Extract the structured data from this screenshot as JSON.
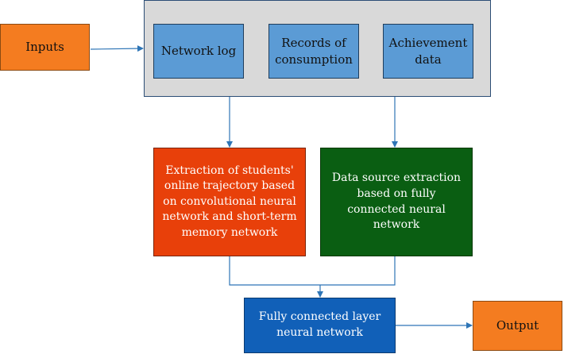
{
  "inputs": {
    "label": "Inputs"
  },
  "data_sources": [
    {
      "label": "Network log"
    },
    {
      "label": "Records of consumption"
    },
    {
      "label": "Achievement data"
    }
  ],
  "extraction": {
    "left": {
      "label": "Extraction of students' online trajectory based on convolutional neural network and short-term memory network"
    },
    "right": {
      "label": "Data source extraction based on fully connected neural network"
    }
  },
  "fc_layer": {
    "label": "Fully connected layer neural network"
  },
  "output": {
    "label": "Output"
  },
  "colors": {
    "orange": "#f47c20",
    "panel_gray": "#d9d9d9",
    "source_blue": "#5b9bd5",
    "red": "#e8400a",
    "green": "#0a5e12",
    "deep_blue": "#1160b8",
    "arrow": "#2e75b6"
  }
}
